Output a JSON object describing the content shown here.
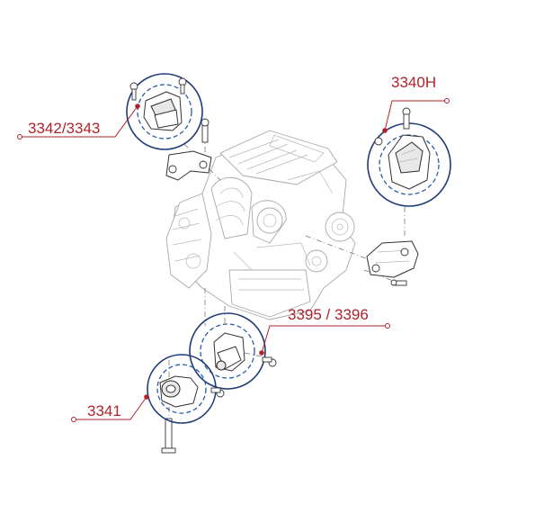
{
  "callouts": [
    {
      "id": "3342-3343",
      "label": "3342/3343"
    },
    {
      "id": "3340h",
      "label": "3340H"
    },
    {
      "id": "3395-3396",
      "label": "3395 / 3396"
    },
    {
      "id": "3341",
      "label": "3341"
    }
  ],
  "colors": {
    "callout": "#b0222b",
    "ring_outer": "#1f3a7a",
    "ring_inner": "#2a5aa8"
  }
}
